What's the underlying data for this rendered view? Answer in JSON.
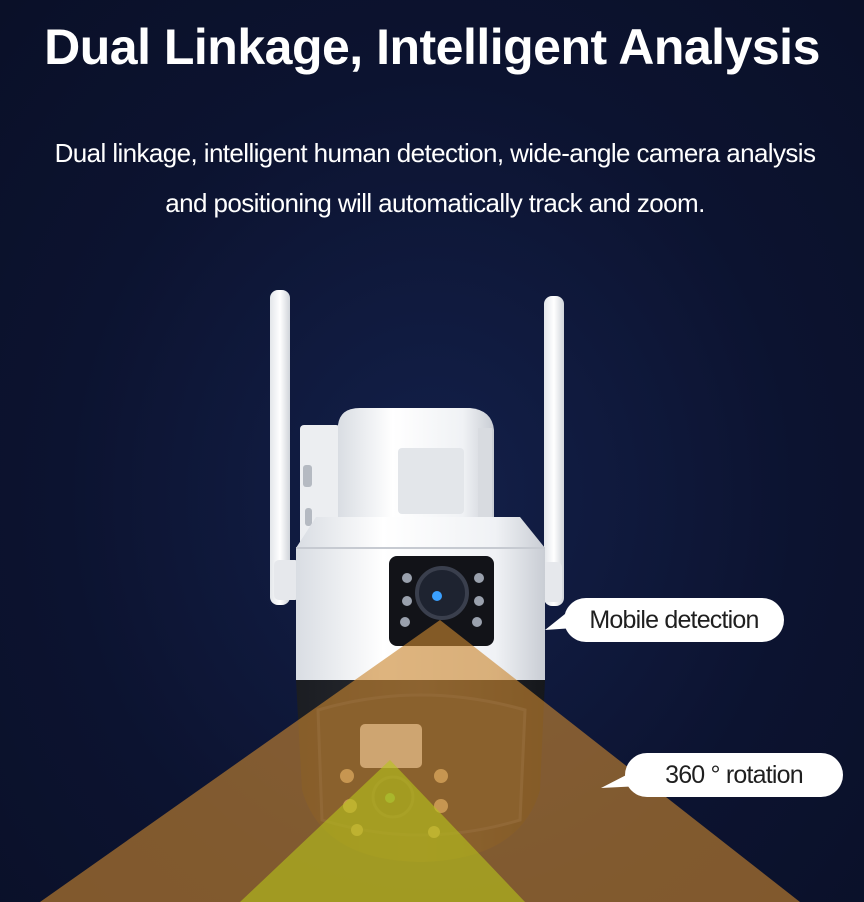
{
  "headline": "Dual Linkage, Intelligent Analysis",
  "description": {
    "line1": "Dual linkage, intelligent human detection, wide-angle camera analysis",
    "line2": "and positioning will automatically track and zoom."
  },
  "callouts": {
    "mobile_detection": "Mobile detection",
    "rotation": "360 ° rotation"
  },
  "colors": {
    "background": "#0d1430",
    "beam_orange": "#c9862e",
    "beam_green": "#b7c41a",
    "text": "#ffffff",
    "camera_body": "#f4f5f7"
  },
  "icons": [
    "camera-product-illustration",
    "ir-led-icon",
    "antenna-icon"
  ]
}
